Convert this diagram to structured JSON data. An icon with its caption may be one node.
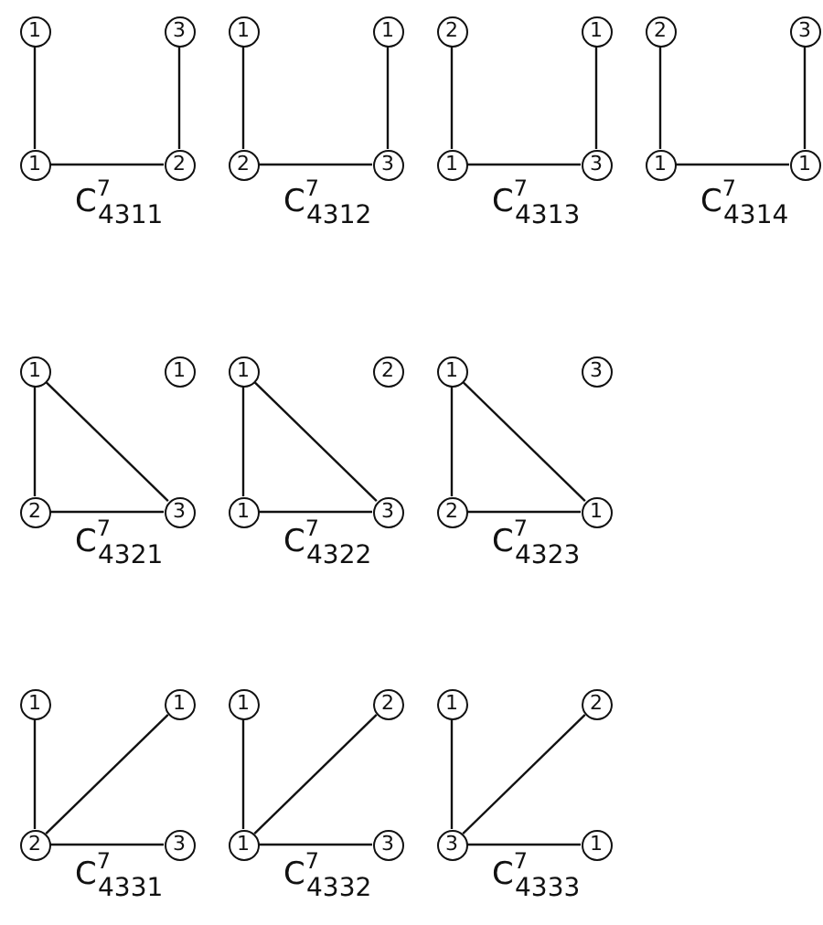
{
  "diagram": {
    "nodes": [
      {
        "text": [
          "1"
        ]
      },
      {
        "text": [
          "3"
        ]
      },
      {
        "text": [
          "1"
        ]
      },
      {
        "text": [
          "2"
        ]
      },
      {
        "text": [
          "1"
        ]
      },
      {
        "text": [
          "1"
        ]
      },
      {
        "text": [
          "2"
        ]
      },
      {
        "text": [
          "3"
        ]
      },
      {
        "text": [
          "2"
        ]
      },
      {
        "text": [
          "1"
        ]
      },
      {
        "text": [
          "1"
        ]
      },
      {
        "text": [
          "3"
        ]
      },
      {
        "text": [
          "2"
        ]
      },
      {
        "text": [
          "3"
        ]
      },
      {
        "text": [
          "1"
        ]
      },
      {
        "text": [
          "1"
        ]
      },
      {
        "text": [
          "1"
        ]
      },
      {
        "text": [
          "1"
        ]
      },
      {
        "text": [
          "2"
        ]
      },
      {
        "text": [
          "3"
        ]
      },
      {
        "text": [
          "1"
        ]
      },
      {
        "text": [
          "2"
        ]
      },
      {
        "text": [
          "1"
        ]
      },
      {
        "text": [
          "3"
        ]
      },
      {
        "text": [
          "1"
        ]
      },
      {
        "text": [
          "3"
        ]
      },
      {
        "text": [
          "2"
        ]
      },
      {
        "text": [
          "1"
        ]
      },
      {
        "text": [
          "1"
        ]
      },
      {
        "text": [
          "1"
        ]
      },
      {
        "text": [
          "2"
        ]
      },
      {
        "text": [
          "3"
        ]
      },
      {
        "text": [
          "1"
        ]
      },
      {
        "text": [
          "2"
        ]
      },
      {
        "text": [
          "1"
        ]
      },
      {
        "text": [
          "3"
        ]
      },
      {
        "text": [
          "1"
        ]
      },
      {
        "text": [
          "2"
        ]
      },
      {
        "text": [
          "3"
        ]
      },
      {
        "text": [
          "1"
        ]
      }
    ],
    "edges": [
      {
        "from": 0,
        "to": 2,
        "arrow": "none"
      },
      {
        "from": 2,
        "to": 3,
        "arrow": "none"
      },
      {
        "from": 3,
        "to": 1,
        "arrow": "none"
      },
      {
        "from": 4,
        "to": 6,
        "arrow": "none"
      },
      {
        "from": 6,
        "to": 7,
        "arrow": "none"
      },
      {
        "from": 7,
        "to": 5,
        "arrow": "none"
      },
      {
        "from": 8,
        "to": 10,
        "arrow": "none"
      },
      {
        "from": 10,
        "to": 11,
        "arrow": "none"
      },
      {
        "from": 11,
        "to": 9,
        "arrow": "none"
      },
      {
        "from": 12,
        "to": 14,
        "arrow": "none"
      },
      {
        "from": 14,
        "to": 15,
        "arrow": "none"
      },
      {
        "from": 15,
        "to": 13,
        "arrow": "none"
      },
      {
        "from": 16,
        "to": 18,
        "arrow": "none"
      },
      {
        "from": 16,
        "to": 19,
        "arrow": "none"
      },
      {
        "from": 18,
        "to": 19,
        "arrow": "none"
      },
      {
        "from": 20,
        "to": 22,
        "arrow": "none"
      },
      {
        "from": 20,
        "to": 23,
        "arrow": "none"
      },
      {
        "from": 22,
        "to": 23,
        "arrow": "none"
      },
      {
        "from": 24,
        "to": 26,
        "arrow": "none"
      },
      {
        "from": 24,
        "to": 27,
        "arrow": "none"
      },
      {
        "from": 26,
        "to": 27,
        "arrow": "none"
      },
      {
        "from": 28,
        "to": 30,
        "arrow": "none"
      },
      {
        "from": 30,
        "to": 29,
        "arrow": "none"
      },
      {
        "from": 30,
        "to": 31,
        "arrow": "none"
      },
      {
        "from": 32,
        "to": 34,
        "arrow": "none"
      },
      {
        "from": 34,
        "to": 33,
        "arrow": "none"
      },
      {
        "from": 34,
        "to": 35,
        "arrow": "none"
      },
      {
        "from": 36,
        "to": 38,
        "arrow": "none"
      },
      {
        "from": 38,
        "to": 37,
        "arrow": "none"
      },
      {
        "from": 38,
        "to": 39,
        "arrow": "none"
      }
    ],
    "labels": [
      "C$^{7}$$_{4311}$",
      "C$^{7}$$_{4312}$",
      "C$^{7}$$_{4313}$",
      "C$^{7}$$_{4314}$",
      "C$^{7}$$_{4321}$",
      "C$^{7}$$_{4322}$",
      "C$^{7}$$_{4323}$",
      "C$^{7}$$_{4331}$",
      "C$^{7}$$_{4332}$",
      "C$^{7}$$_{4333}$"
    ]
  }
}
